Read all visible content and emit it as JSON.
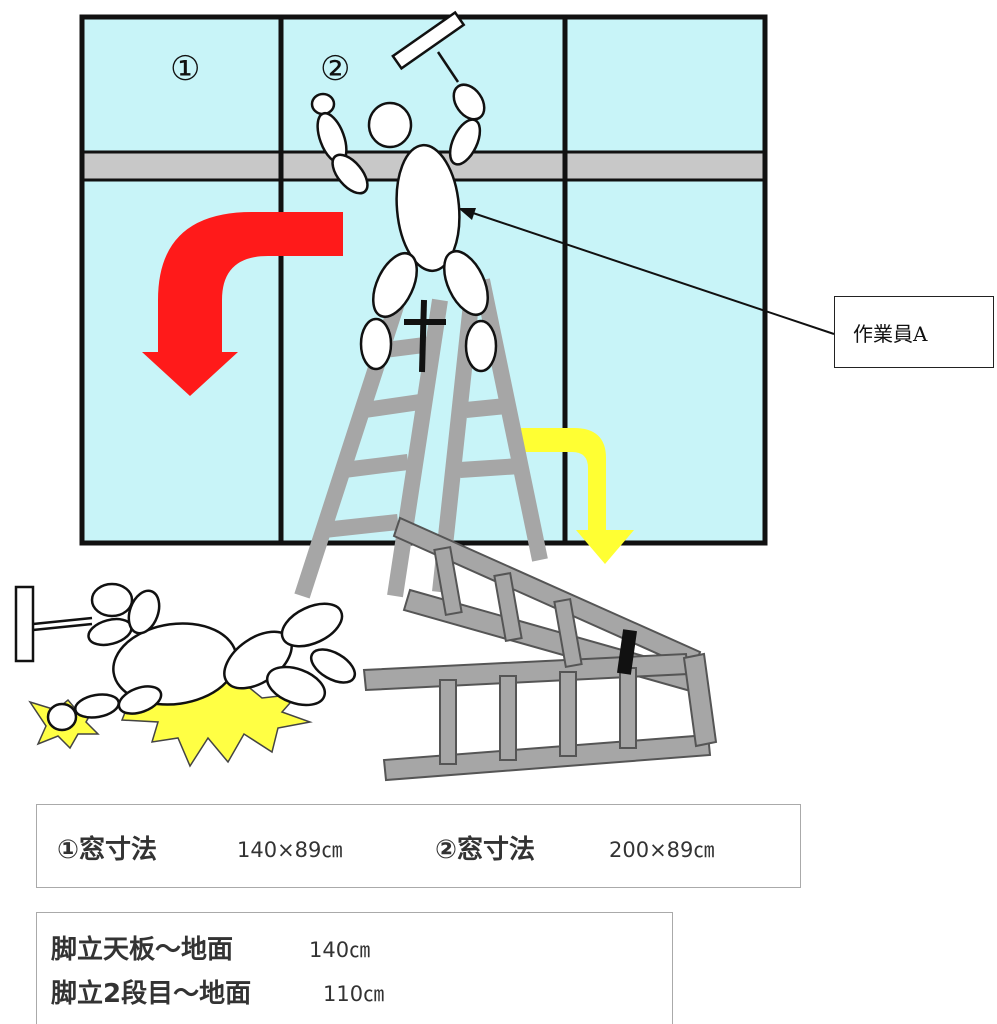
{
  "labels": {
    "window_1_marker": "①",
    "window_2_marker": "②",
    "worker_caption": "作業員A"
  },
  "window_dimensions": [
    {
      "label": "①窓寸法",
      "value": "140×89㎝"
    },
    {
      "label": "②窓寸法",
      "value": "200×89㎝"
    }
  ],
  "ladder_dimensions": [
    {
      "label": "脚立天板～地面",
      "value": "140㎝"
    },
    {
      "label": "脚立2段目～地面",
      "value": "110㎝"
    }
  ],
  "colors": {
    "glass": "#c8f4f8",
    "frame": "#111111",
    "transom": "#c8c8c8",
    "ladder": "#a6a6a6",
    "arrow_primary": "#ff1a1a",
    "arrow_secondary": "#ffff33",
    "impact": "#ffff44"
  }
}
